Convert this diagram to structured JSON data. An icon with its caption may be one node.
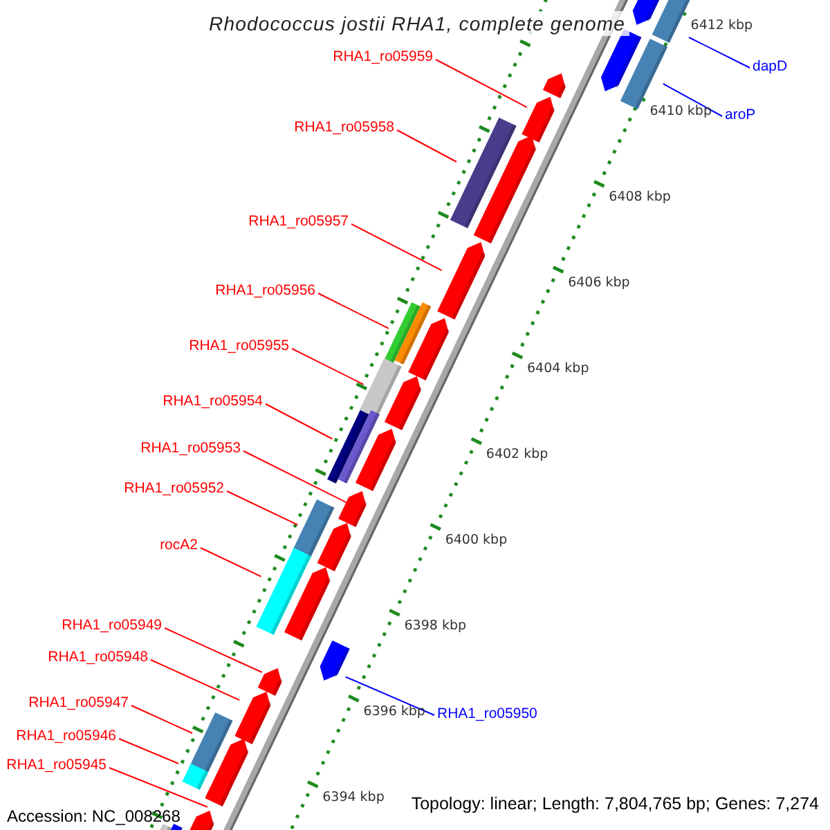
{
  "diagram": {
    "title": "Rhodococcus jostii RHA1, complete genome",
    "nodes": [
      {
        "text": [
          "RHA1_ro05959"
        ]
      },
      {
        "text": [
          "dapD"
        ]
      },
      {
        "text": [
          "aroP"
        ]
      },
      {
        "text": [
          "RHA1_ro05958"
        ]
      },
      {
        "text": [
          "RHA1_ro05957"
        ]
      },
      {
        "text": [
          "RHA1_ro05956"
        ]
      },
      {
        "text": [
          "RHA1_ro05955"
        ]
      },
      {
        "text": [
          "RHA1_ro05954"
        ]
      },
      {
        "text": [
          "RHA1_ro05953"
        ]
      },
      {
        "text": [
          "RHA1_ro05952"
        ]
      },
      {
        "text": [
          "rocA2"
        ]
      },
      {
        "text": [
          "RHA1_ro05949"
        ]
      },
      {
        "text": [
          "RHA1_ro05948"
        ]
      },
      {
        "text": [
          "RHA1_ro05947"
        ]
      },
      {
        "text": [
          "RHA1_ro05950"
        ]
      },
      {
        "text": [
          "RHA1_ro05946"
        ]
      },
      {
        "text": [
          "RHA1_ro05945"
        ]
      },
      {
        "text": [],
        "shape": "arrow"
      },
      {
        "text": [],
        "shape": "arrow"
      },
      {
        "text": [],
        "shape": "arrow"
      },
      {
        "text": [],
        "shape": "arrow"
      },
      {
        "text": [],
        "shape": "arrow"
      },
      {
        "text": [],
        "shape": "arrow"
      },
      {
        "text": [],
        "shape": "arrow"
      },
      {
        "text": [],
        "shape": "arrow"
      },
      {
        "text": [],
        "shape": "arrow"
      },
      {
        "text": [],
        "shape": "arrow"
      },
      {
        "text": [],
        "shape": "arrow"
      },
      {
        "text": [],
        "shape": "arrow"
      },
      {
        "text": [],
        "shape": "arrow"
      },
      {
        "text": [],
        "shape": "arrow"
      },
      {
        "text": [],
        "shape": "arrow"
      },
      {
        "text": [],
        "shape": "arrow"
      },
      {
        "text": [],
        "shape": "arrow"
      },
      {
        "text": [],
        "shape": "arrow"
      }
    ],
    "edges": [
      {
        "from": 0,
        "to": 20,
        "arrow": "none"
      },
      {
        "from": 1,
        "to": 17,
        "arrow": "none",
        "color": "#0000ff"
      },
      {
        "from": 2,
        "to": 18,
        "arrow": "none",
        "color": "#0000ff"
      },
      {
        "from": 3,
        "to": 21,
        "arrow": "none"
      },
      {
        "from": 4,
        "to": 22,
        "arrow": "none"
      },
      {
        "from": 5,
        "to": 23,
        "arrow": "none"
      },
      {
        "from": 6,
        "to": 24,
        "arrow": "none"
      },
      {
        "from": 7,
        "to": 25,
        "arrow": "none"
      },
      {
        "from": 8,
        "to": 26,
        "arrow": "none"
      },
      {
        "from": 9,
        "to": 27,
        "arrow": "none"
      },
      {
        "from": 10,
        "to": 28,
        "arrow": "none"
      },
      {
        "from": 11,
        "to": 30,
        "arrow": "none"
      },
      {
        "from": 12,
        "to": 31,
        "arrow": "none"
      },
      {
        "from": 13,
        "to": 32,
        "arrow": "none"
      },
      {
        "from": 14,
        "to": 29,
        "arrow": "none",
        "color": "#0000ff"
      },
      {
        "from": 15,
        "to": 33,
        "arrow": "none"
      },
      {
        "from": 16,
        "to": 34,
        "arrow": "none"
      }
    ],
    "labels": [
      "6412 kbp",
      "6410 kbp",
      "6408 kbp",
      "6406 kbp",
      "6404 kbp",
      "6402 kbp",
      "6400 kbp",
      "6398 kbp",
      "6396 kbp",
      "6394 kbp",
      "Accession: NC_008268",
      "Topology: linear; Length: 7,804,765 bp; Genes: 7,274"
    ]
  }
}
